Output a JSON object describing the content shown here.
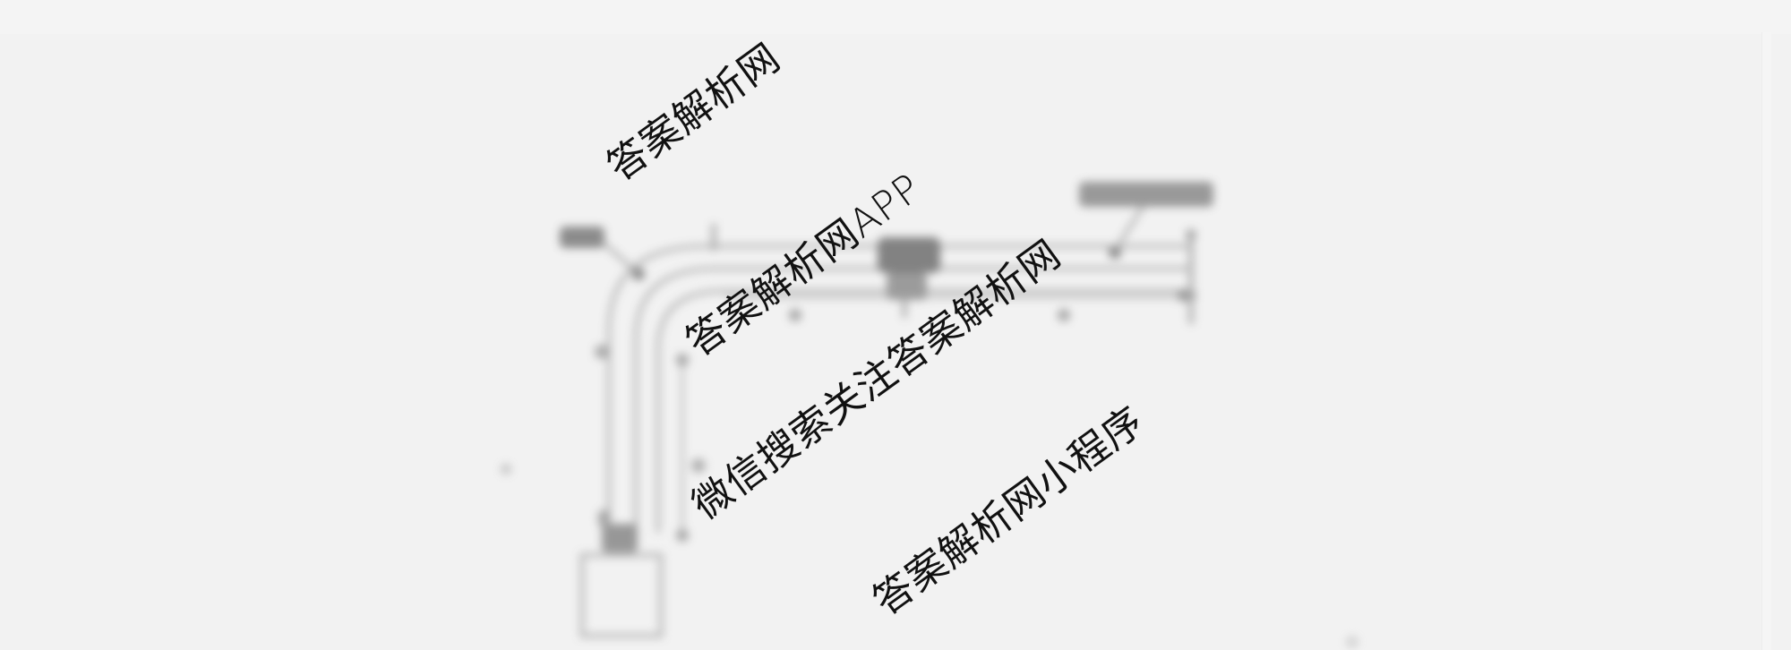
{
  "page": {
    "background_color": "#f2f2f2",
    "text_color": "#111111"
  },
  "watermarks": [
    {
      "text": "答案解析网"
    },
    {
      "text": "答案解析网APP"
    },
    {
      "text": "微信搜索关注答案解析网"
    },
    {
      "text": "答案解析网小程序"
    }
  ],
  "diagram": {
    "description": "Blurred schematic of a bent pipe: vertical riser from a box at the bottom, 90° elbow at top-left, horizontal run to the right with a fitting/valve and an end cap, dimension lines with arrows",
    "labels_legible": false,
    "elements": [
      {
        "id": "elbow-label",
        "text": ""
      },
      {
        "id": "right-label",
        "text": ""
      },
      {
        "id": "dimension-horizontal-1",
        "text": ""
      },
      {
        "id": "dimension-horizontal-2",
        "text": ""
      },
      {
        "id": "dimension-vertical",
        "text": ""
      }
    ],
    "stroke_color": "#9a9a9a"
  }
}
